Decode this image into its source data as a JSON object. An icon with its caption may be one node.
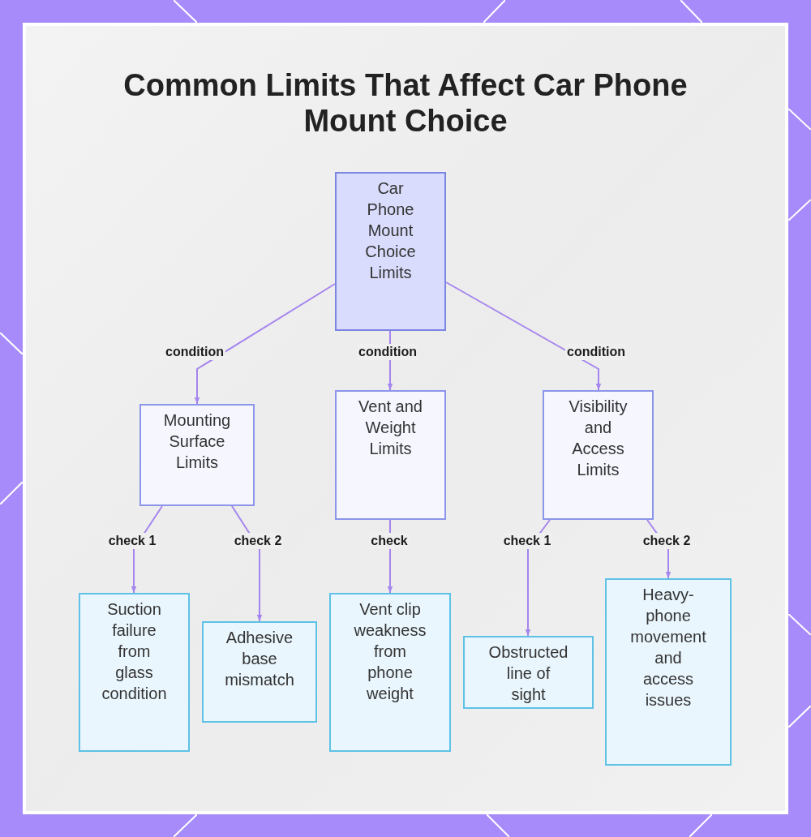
{
  "diagram": {
    "title": "Common Limits That Affect Car Phone Mount Choice",
    "nodes": [
      {
        "text": [
          "Car Phone Mount Choice Limits"
        ]
      },
      {
        "text": [
          "Mounting Surface Limits"
        ]
      },
      {
        "text": [
          "Vent and Weight Limits"
        ]
      },
      {
        "text": [
          "Visibility and Access Limits"
        ]
      },
      {
        "text": [
          "Suction failure from glass condition"
        ]
      },
      {
        "text": [
          "Adhesive base mismatch"
        ]
      },
      {
        "text": [
          "Vent clip weakness from phone weight"
        ]
      },
      {
        "text": [
          "Obstructed line of sight"
        ]
      },
      {
        "text": [
          "Heavy-phone movement and access issues"
        ]
      }
    ],
    "edges": [
      {
        "from": 0,
        "to": 1,
        "arrow": "to",
        "label": "condition"
      },
      {
        "from": 0,
        "to": 2,
        "arrow": "to",
        "label": "condition"
      },
      {
        "from": 0,
        "to": 3,
        "arrow": "to",
        "label": "condition"
      },
      {
        "from": 1,
        "to": 4,
        "arrow": "to",
        "label": "check 1"
      },
      {
        "from": 1,
        "to": 5,
        "arrow": "to",
        "label": "check 2"
      },
      {
        "from": 2,
        "to": 6,
        "arrow": "to",
        "label": "check"
      },
      {
        "from": 3,
        "to": 7,
        "arrow": "to",
        "label": "check 1"
      },
      {
        "from": 3,
        "to": 8,
        "arrow": "to",
        "label": "check 2"
      }
    ]
  }
}
